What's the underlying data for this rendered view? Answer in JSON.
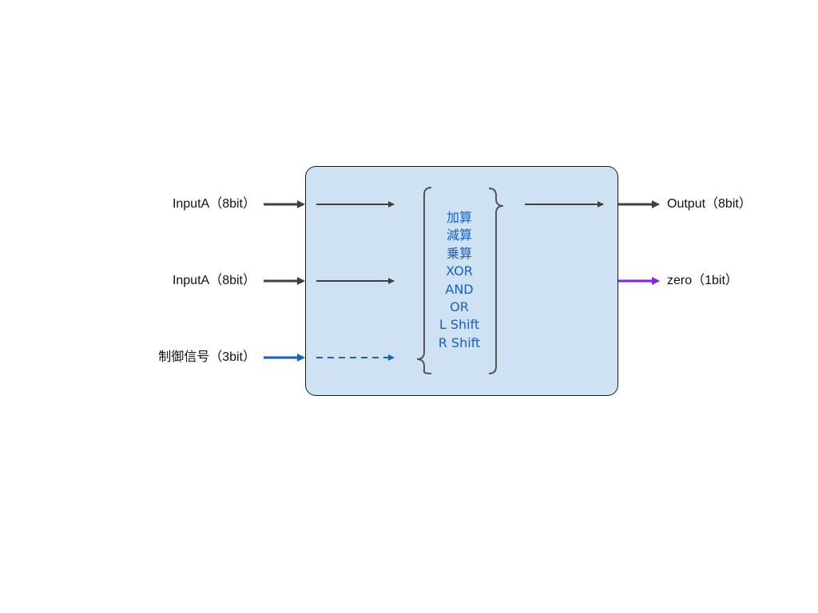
{
  "inputs": [
    {
      "label": "InputA（8bit）",
      "color": "#404040"
    },
    {
      "label": "InputA（8bit）",
      "color": "#404040"
    },
    {
      "label": "制御信号（3bit）",
      "color": "#1b5fc1"
    }
  ],
  "outputs": [
    {
      "label": "Output（8bit）",
      "color": "#404040"
    },
    {
      "label": "zero（1bit）",
      "color": "#8b1ee8"
    }
  ],
  "operations": [
    "加算",
    "減算",
    "乗算",
    "XOR",
    "AND",
    "OR",
    "L Shift",
    "R Shift"
  ],
  "colors": {
    "box_fill": "#cfe2f3",
    "box_stroke": "#1a1a1a",
    "brace": "#555555",
    "operation_text": "#1b5fc1"
  }
}
